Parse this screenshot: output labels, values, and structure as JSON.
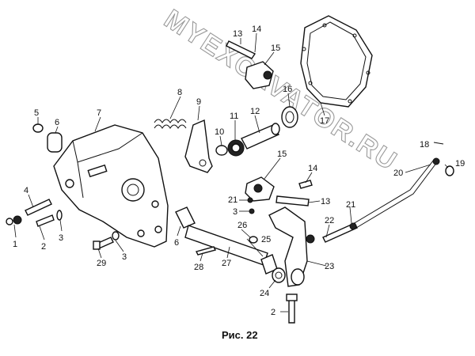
{
  "diagram": {
    "caption": "Рис. 22",
    "watermark": "MYEXCAVATOR.RU",
    "labels": [
      "1",
      "2",
      "2",
      "3",
      "3",
      "3",
      "4",
      "5",
      "6",
      "6",
      "7",
      "8",
      "9",
      "10",
      "11",
      "12",
      "13",
      "13",
      "14",
      "14",
      "15",
      "15",
      "16",
      "17",
      "18",
      "19",
      "20",
      "21",
      "21",
      "22",
      "23",
      "24",
      "25",
      "26",
      "27",
      "28",
      "29"
    ]
  }
}
